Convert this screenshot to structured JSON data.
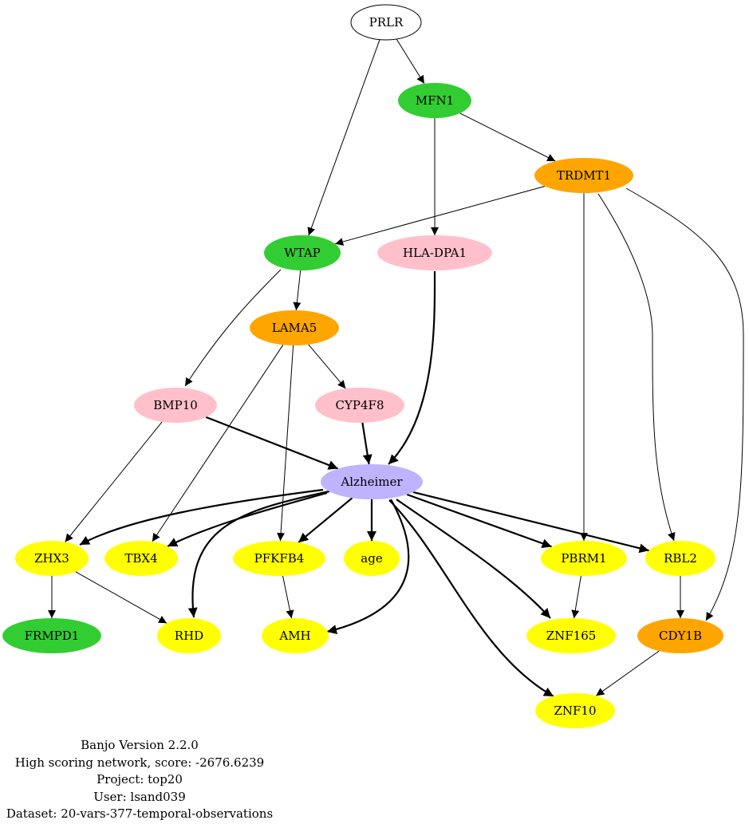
{
  "graph": {
    "nodes": [
      {
        "id": "PRLR",
        "label": "PRLR",
        "fill": "#ffffff"
      },
      {
        "id": "MFN1",
        "label": "MFN1",
        "fill": "#32cd32"
      },
      {
        "id": "TRDMT1",
        "label": "TRDMT1",
        "fill": "#ffa500"
      },
      {
        "id": "WTAP",
        "label": "WTAP",
        "fill": "#32cd32"
      },
      {
        "id": "HLA-DPA1",
        "label": "HLA-DPA1",
        "fill": "#ffc0cb"
      },
      {
        "id": "LAMA5",
        "label": "LAMA5",
        "fill": "#ffa500"
      },
      {
        "id": "BMP10",
        "label": "BMP10",
        "fill": "#ffc0cb"
      },
      {
        "id": "CYP4F8",
        "label": "CYP4F8",
        "fill": "#ffc0cb"
      },
      {
        "id": "Alzheimer",
        "label": "Alzheimer",
        "fill": "#bfb3ff"
      },
      {
        "id": "ZHX3",
        "label": "ZHX3",
        "fill": "#ffff00"
      },
      {
        "id": "TBX4",
        "label": "TBX4",
        "fill": "#ffff00"
      },
      {
        "id": "PFKFB4",
        "label": "PFKFB4",
        "fill": "#ffff00"
      },
      {
        "id": "age",
        "label": "age",
        "fill": "#ffff00"
      },
      {
        "id": "PBRM1",
        "label": "PBRM1",
        "fill": "#ffff00"
      },
      {
        "id": "RBL2",
        "label": "RBL2",
        "fill": "#ffff00"
      },
      {
        "id": "FRMPD1",
        "label": "FRMPD1",
        "fill": "#32cd32"
      },
      {
        "id": "RHD",
        "label": "RHD",
        "fill": "#ffff00"
      },
      {
        "id": "AMH",
        "label": "AMH",
        "fill": "#ffff00"
      },
      {
        "id": "ZNF165",
        "label": "ZNF165",
        "fill": "#ffff00"
      },
      {
        "id": "CDY1B",
        "label": "CDY1B",
        "fill": "#ffa500"
      },
      {
        "id": "ZNF10",
        "label": "ZNF10",
        "fill": "#ffff00"
      }
    ],
    "edges": [
      {
        "from": "PRLR",
        "to": "MFN1",
        "bold": false
      },
      {
        "from": "PRLR",
        "to": "WTAP",
        "bold": false
      },
      {
        "from": "MFN1",
        "to": "TRDMT1",
        "bold": false
      },
      {
        "from": "MFN1",
        "to": "HLA-DPA1",
        "bold": false
      },
      {
        "from": "TRDMT1",
        "to": "WTAP",
        "bold": false
      },
      {
        "from": "TRDMT1",
        "to": "PBRM1",
        "bold": false
      },
      {
        "from": "TRDMT1",
        "to": "RBL2",
        "bold": false
      },
      {
        "from": "TRDMT1",
        "to": "CDY1B",
        "bold": false
      },
      {
        "from": "WTAP",
        "to": "LAMA5",
        "bold": false
      },
      {
        "from": "WTAP",
        "to": "BMP10",
        "bold": false
      },
      {
        "from": "HLA-DPA1",
        "to": "Alzheimer",
        "bold": true
      },
      {
        "from": "LAMA5",
        "to": "CYP4F8",
        "bold": false
      },
      {
        "from": "LAMA5",
        "to": "TBX4",
        "bold": false
      },
      {
        "from": "LAMA5",
        "to": "PFKFB4",
        "bold": false
      },
      {
        "from": "BMP10",
        "to": "Alzheimer",
        "bold": true
      },
      {
        "from": "BMP10",
        "to": "ZHX3",
        "bold": false
      },
      {
        "from": "CYP4F8",
        "to": "Alzheimer",
        "bold": true
      },
      {
        "from": "Alzheimer",
        "to": "ZHX3",
        "bold": true
      },
      {
        "from": "Alzheimer",
        "to": "TBX4",
        "bold": true
      },
      {
        "from": "Alzheimer",
        "to": "RHD",
        "bold": true
      },
      {
        "from": "Alzheimer",
        "to": "PFKFB4",
        "bold": true
      },
      {
        "from": "Alzheimer",
        "to": "age",
        "bold": true
      },
      {
        "from": "Alzheimer",
        "to": "AMH",
        "bold": true
      },
      {
        "from": "Alzheimer",
        "to": "ZNF165",
        "bold": true
      },
      {
        "from": "Alzheimer",
        "to": "ZNF10",
        "bold": true
      },
      {
        "from": "Alzheimer",
        "to": "PBRM1",
        "bold": true
      },
      {
        "from": "Alzheimer",
        "to": "RBL2",
        "bold": true
      },
      {
        "from": "ZHX3",
        "to": "FRMPD1",
        "bold": false
      },
      {
        "from": "ZHX3",
        "to": "RHD",
        "bold": false
      },
      {
        "from": "PFKFB4",
        "to": "AMH",
        "bold": false
      },
      {
        "from": "PBRM1",
        "to": "ZNF165",
        "bold": false
      },
      {
        "from": "RBL2",
        "to": "CDY1B",
        "bold": false
      },
      {
        "from": "CDY1B",
        "to": "ZNF10",
        "bold": false
      }
    ]
  },
  "caption": {
    "line1": "Banjo Version 2.2.0",
    "line2": "High scoring network, score: -2676.6239",
    "line3": "Project: top20",
    "line4": "User: lsand039",
    "line5": "Dataset: 20-vars-377-temporal-observations"
  }
}
